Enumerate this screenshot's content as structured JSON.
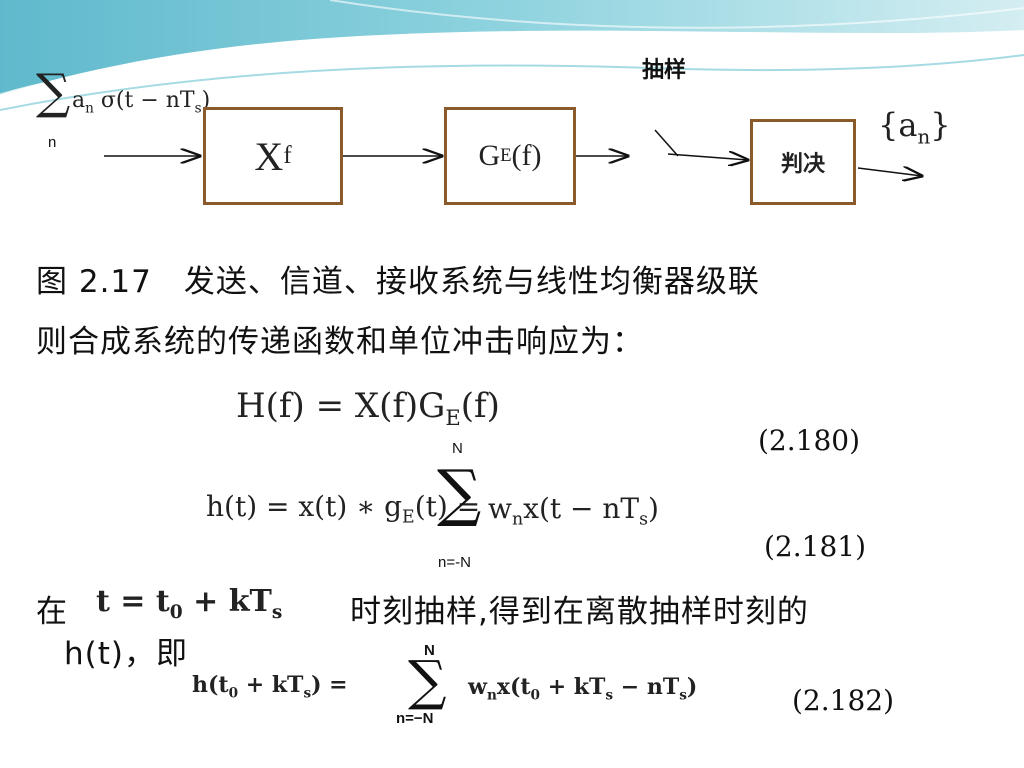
{
  "diagram": {
    "input_sum_limit": "n",
    "input_term": "a",
    "input_term_sub": "n",
    "input_func": " σ(t − nT",
    "input_func_sub": "s",
    "input_func_end": ")",
    "box_xf": "X",
    "box_xf_sub": "f",
    "box_ge": "G",
    "box_ge_sub": "E",
    "box_ge_end": "(f)",
    "sampling_label": "抽样",
    "decision_label": "判决",
    "output_open": "{a",
    "output_sub": "n",
    "output_close": "}",
    "border_color": "#8b5a2b"
  },
  "text": {
    "figure_caption": "图 2.17　发送、信道、接收系统与线性均衡器级联",
    "line2": "则合成系统的传递函数和单位冲击响应为：",
    "sample_prefix": "在",
    "sample_eq": "t = t",
    "sample_eq_sub": "0",
    "sample_eq_mid": " + kT",
    "sample_eq_sub2": "s",
    "sample_suffix": "时刻抽样,得到在离散抽样时刻的",
    "ht_line": "h(t)，即"
  },
  "equations": {
    "eq180": {
      "left": "H(f) = X(f)G",
      "sub": "E",
      "right": "(f)",
      "number": "(2.180)"
    },
    "eq181": {
      "left": "h(t) = x(t) ∗ g",
      "sub": "E",
      "mid": "(t) =",
      "upper": "N",
      "lower": "n=-N",
      "term": "w",
      "term_sub": "n",
      "term_end": "x(t − nT",
      "term_sub2": "s",
      "term_close": ")",
      "number": "(2.181)"
    },
    "eq182": {
      "left": "h(t",
      "left_sub": "0",
      "left_mid": " + kT",
      "left_sub2": "s",
      "left_end": ") =",
      "upper": "N",
      "lower": "n=−N",
      "term": "w",
      "term_sub": "n",
      "term_mid": "x(t",
      "term_sub0": "0",
      "term_mid2": " + kT",
      "term_subs": "s",
      "term_mid3": " − nT",
      "term_subs2": "s",
      "term_end": ")",
      "number": "(2.182)"
    }
  }
}
